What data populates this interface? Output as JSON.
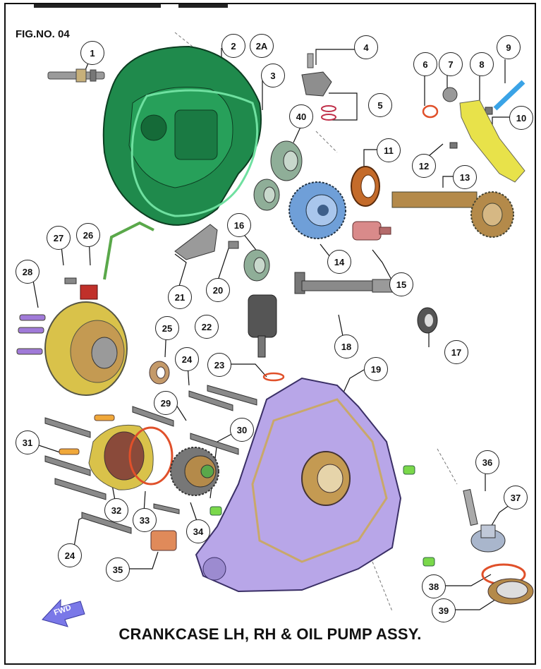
{
  "figure_label": "FIG.NO. 04",
  "caption": "CRANKCASE LH, RH & OIL PUMP ASSY.",
  "direction_label": "FWD",
  "callouts": [
    "1",
    "2",
    "2A",
    "3",
    "4",
    "5",
    "6",
    "7",
    "8",
    "9",
    "10",
    "11",
    "12",
    "13",
    "14",
    "15",
    "16",
    "17",
    "18",
    "19",
    "20",
    "21",
    "22",
    "23",
    "24",
    "24",
    "25",
    "26",
    "27",
    "28",
    "29",
    "30",
    "31",
    "32",
    "33",
    "34",
    "35",
    "36",
    "37",
    "38",
    "39",
    "40"
  ],
  "colors": {
    "crankcase_lh": "#1f8a4c",
    "crankcase_rh": "#b8a6e8",
    "gasket": "#c9a86a",
    "gear_blue": "#6f9fd8",
    "gear_bronze": "#b48a4a",
    "oring_red": "#e0502a",
    "bracket_yellow": "#e8e24a"
  }
}
